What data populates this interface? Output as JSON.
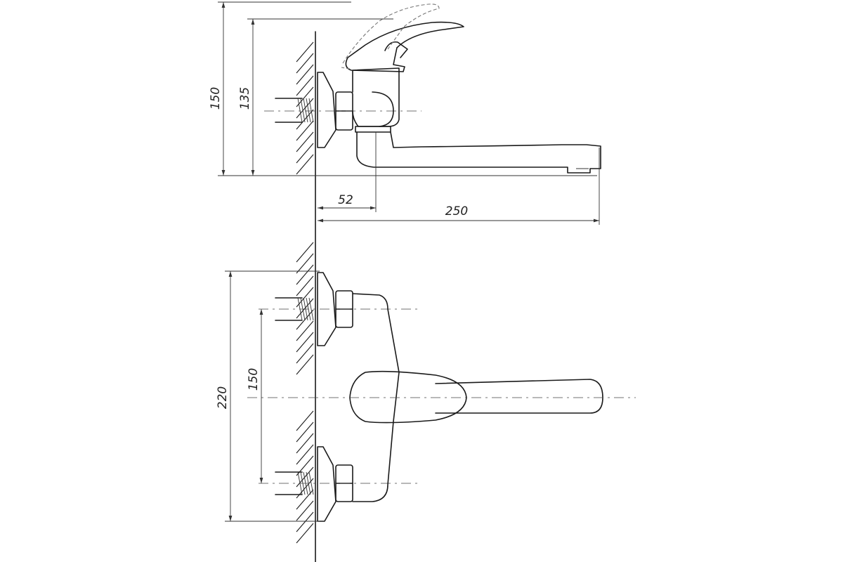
{
  "top_view": {
    "dim_total_height": "150",
    "dim_spout_height": "135",
    "dim_wall_offset": "52",
    "dim_spout_reach": "250"
  },
  "front_view": {
    "dim_total_height": "220",
    "dim_inlet_spacing": "150"
  }
}
